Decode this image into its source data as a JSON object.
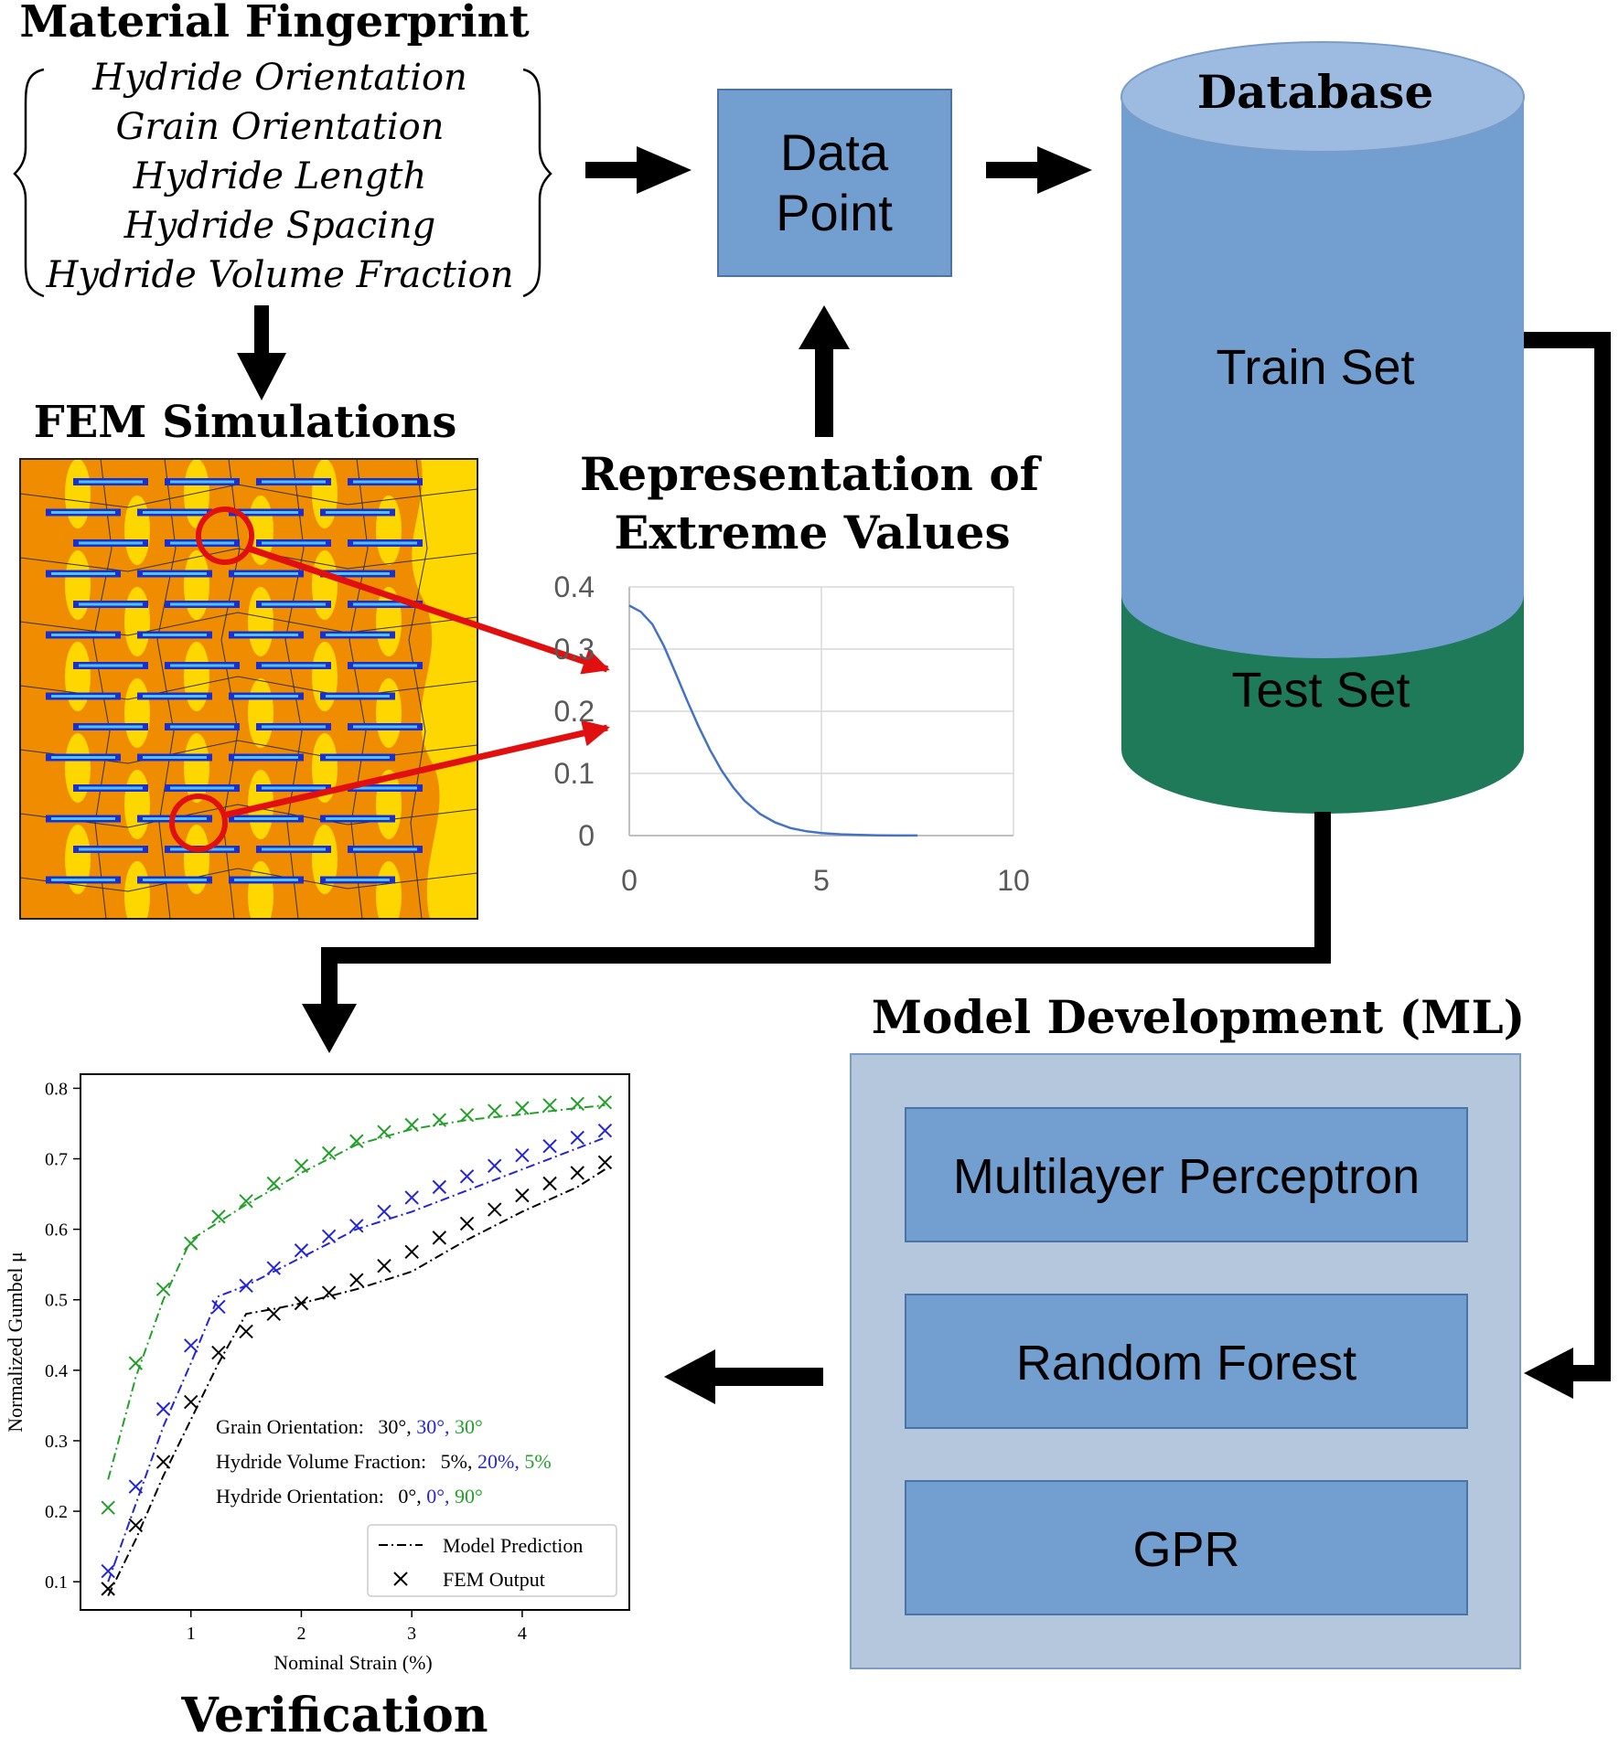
{
  "fingerprint": {
    "title": "Material Fingerprint",
    "items": [
      "Hydride Orientation",
      "Grain Orientation",
      "Hydride Length",
      "Hydride Spacing",
      "Hydride Volume Fraction"
    ]
  },
  "fem": {
    "title": "FEM Simulations"
  },
  "data_point": {
    "line1": "Data",
    "line2": "Point"
  },
  "database": {
    "title": "Database",
    "train": "Train Set",
    "test": "Test Set"
  },
  "extreme": {
    "line1": "Representation of",
    "line2": "Extreme Values"
  },
  "model": {
    "title": "Model Development (ML)",
    "items": [
      "Multilayer Perceptron",
      "Random Forest",
      "GPR"
    ]
  },
  "verification": {
    "title": "Verification"
  },
  "colors": {
    "box_fill": "#729fcf",
    "box_stroke": "#4a74a8",
    "panel_fill": "#b4c7dc",
    "test_fill": "#1f7a5a",
    "db_top": "#9dbbe0",
    "fem_yellow": "#ffd700",
    "fem_orange": "#f08c00",
    "red": "#e01010",
    "green": "#22a02a",
    "blue": "#2424d8",
    "black": "#000000",
    "curve": "#4472c4"
  },
  "chart_data": [
    {
      "type": "line",
      "id": "extreme-values",
      "x_ticks": [
        0,
        5,
        10
      ],
      "y_ticks": [
        0,
        0.1,
        0.2,
        0.3,
        0.4
      ],
      "xlim": [
        0,
        10
      ],
      "ylim": [
        0,
        0.4
      ],
      "grid": true,
      "series": [
        {
          "x": [
            0,
            0.3,
            0.6,
            0.9,
            1.2,
            1.5,
            1.8,
            2.1,
            2.4,
            2.7,
            3.0,
            3.4,
            3.8,
            4.2,
            4.6,
            5.0,
            5.5,
            6.0,
            6.5,
            7.0,
            7.5
          ],
          "y": [
            0.37,
            0.36,
            0.34,
            0.305,
            0.262,
            0.218,
            0.176,
            0.138,
            0.105,
            0.078,
            0.056,
            0.035,
            0.021,
            0.012,
            0.007,
            0.004,
            0.002,
            0.001,
            0.0005,
            0.0002,
            0.0001
          ]
        }
      ]
    },
    {
      "type": "line",
      "id": "verification-plot",
      "xlabel": "Nominal Strain (%)",
      "ylabel": "Normalized Gumbel μ",
      "x_ticks": [
        1,
        2,
        3,
        4
      ],
      "y_ticks": [
        0.1,
        0.2,
        0.3,
        0.4,
        0.5,
        0.6,
        0.7,
        0.8
      ],
      "xlim": [
        0,
        4.97
      ],
      "ylim": [
        0.06,
        0.82
      ],
      "annotations": {
        "grain": {
          "label": "Grain Orientation:",
          "v1": "30°,",
          "v2": "30°,",
          "v3": "30°"
        },
        "hvf": {
          "label": "Hydride Volume Fraction:",
          "v1": "5%,",
          "v2": "20%,",
          "v3": "5%"
        },
        "ho": {
          "label": "Hydride Orientation:",
          "v1": "0°,",
          "v2": "0°,",
          "v3": "90°"
        }
      },
      "legend": {
        "position": "bottom-right",
        "model": "Model Prediction",
        "fem": "FEM Output"
      },
      "series": [
        {
          "color": "black",
          "fem_x": [
            0.25,
            0.5,
            0.75,
            1.0,
            1.25,
            1.5,
            1.75,
            2.0,
            2.25,
            2.5,
            2.75,
            3.0,
            3.25,
            3.5,
            3.75,
            4.0,
            4.25,
            4.5,
            4.75
          ],
          "fem_y": [
            0.09,
            0.18,
            0.27,
            0.355,
            0.425,
            0.455,
            0.48,
            0.495,
            0.51,
            0.528,
            0.548,
            0.568,
            0.588,
            0.608,
            0.628,
            0.648,
            0.665,
            0.68,
            0.695
          ],
          "model_x": [
            0.25,
            0.5,
            0.75,
            1.0,
            1.25,
            1.5,
            1.75,
            2.0,
            2.5,
            3.0,
            3.5,
            4.0,
            4.5,
            4.75
          ],
          "model_y": [
            0.08,
            0.16,
            0.25,
            0.33,
            0.41,
            0.48,
            0.487,
            0.495,
            0.515,
            0.54,
            0.585,
            0.625,
            0.66,
            0.685
          ]
        },
        {
          "color": "blue",
          "fem_x": [
            0.25,
            0.5,
            0.75,
            1.0,
            1.25,
            1.5,
            1.75,
            2.0,
            2.25,
            2.5,
            2.75,
            3.0,
            3.25,
            3.5,
            3.75,
            4.0,
            4.25,
            4.5,
            4.75
          ],
          "fem_y": [
            0.115,
            0.235,
            0.345,
            0.435,
            0.49,
            0.52,
            0.545,
            0.57,
            0.59,
            0.605,
            0.625,
            0.645,
            0.66,
            0.675,
            0.69,
            0.705,
            0.718,
            0.73,
            0.74
          ],
          "model_x": [
            0.25,
            0.5,
            0.75,
            1.0,
            1.25,
            1.5,
            2.0,
            2.5,
            3.0,
            3.5,
            4.0,
            4.5,
            4.75
          ],
          "model_y": [
            0.1,
            0.21,
            0.32,
            0.41,
            0.505,
            0.52,
            0.56,
            0.6,
            0.625,
            0.655,
            0.685,
            0.715,
            0.73
          ]
        },
        {
          "color": "green",
          "fem_x": [
            0.25,
            0.5,
            0.75,
            1.0,
            1.25,
            1.5,
            1.75,
            2.0,
            2.25,
            2.5,
            2.75,
            3.0,
            3.25,
            3.5,
            3.75,
            4.0,
            4.25,
            4.5,
            4.75
          ],
          "fem_y": [
            0.205,
            0.41,
            0.515,
            0.58,
            0.618,
            0.64,
            0.665,
            0.69,
            0.708,
            0.725,
            0.738,
            0.748,
            0.755,
            0.762,
            0.768,
            0.772,
            0.776,
            0.778,
            0.78
          ],
          "model_x": [
            0.25,
            0.5,
            0.75,
            1.0,
            1.25,
            1.5,
            2.0,
            2.5,
            3.0,
            3.5,
            4.0,
            4.5,
            4.75
          ],
          "model_y": [
            0.245,
            0.39,
            0.5,
            0.585,
            0.61,
            0.635,
            0.68,
            0.72,
            0.742,
            0.755,
            0.763,
            0.772,
            0.776
          ]
        }
      ]
    }
  ]
}
